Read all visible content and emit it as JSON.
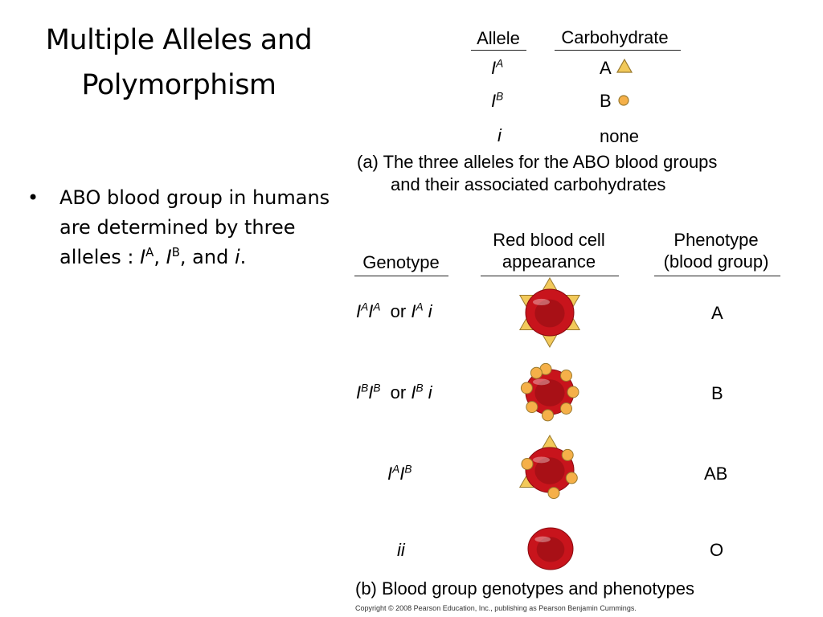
{
  "slide": {
    "title_line1": "Multiple Alleles and",
    "title_line2": "Polymorphism",
    "bullet": {
      "marker": "•",
      "text_pre": "ABO blood group in humans are determined by three alleles : ",
      "allele1_base": "I",
      "allele1_sup": "A",
      "sep1": ", ",
      "allele2_base": "I",
      "allele2_sup": "B",
      "sep2": ", and ",
      "allele3": "i",
      "end": "."
    }
  },
  "table_a": {
    "headers": {
      "allele": "Allele",
      "carbohydrate": "Carbohydrate"
    },
    "rows": [
      {
        "allele_base": "I",
        "allele_sup": "A",
        "carbohydrate": "A",
        "marker": "triangle-icon"
      },
      {
        "allele_base": "I",
        "allele_sup": "B",
        "carbohydrate": "B",
        "marker": "circle-icon"
      },
      {
        "allele_base": "i",
        "allele_sup": "",
        "carbohydrate": "none",
        "marker": ""
      }
    ],
    "caption_line1": "(a) The three alleles for the ABO blood groups",
    "caption_line2": "and their associated carbohydrates"
  },
  "table_b": {
    "headers": {
      "genotype": "Genotype",
      "appearance_line1": "Red blood cell",
      "appearance_line2": "appearance",
      "phenotype_line1": "Phenotype",
      "phenotype_line2": "(blood group)"
    },
    "rows": [
      {
        "g1": "I",
        "g1s": "A",
        "g2": "I",
        "g2s": "A",
        "or": "or",
        "g3": "I",
        "g3s": "A",
        "g4": " i",
        "phenotype": "A",
        "cell": "cell-with-triangles"
      },
      {
        "g1": "I",
        "g1s": "B",
        "g2": "I",
        "g2s": "B",
        "or": "or",
        "g3": "I",
        "g3s": "B",
        "g4": " i",
        "phenotype": "B",
        "cell": "cell-with-circles"
      },
      {
        "g1": "I",
        "g1s": "A",
        "g2": "I",
        "g2s": "B",
        "phenotype": "AB",
        "cell": "cell-with-triangles-and-circles"
      },
      {
        "g1": "ii",
        "phenotype": "O",
        "cell": "plain-cell"
      }
    ],
    "caption": "(b) Blood group genotypes and phenotypes"
  },
  "copyright": "Copyright © 2008 Pearson Education, Inc., publishing as Pearson Benjamin Cummings.",
  "colors": {
    "cell_red": "#c8141c",
    "cell_center": "#8e0c12",
    "triangle_fill": "#f2c95a",
    "circle_fill": "#f5b049",
    "marker_stroke": "#9a7a2e"
  }
}
